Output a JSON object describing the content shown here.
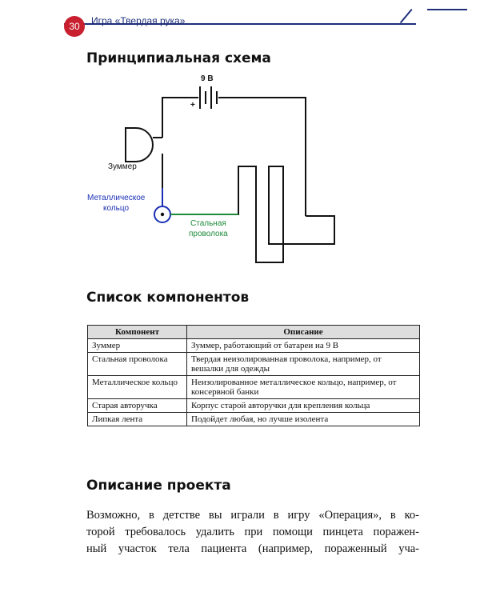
{
  "header": {
    "page_number": "30",
    "title": "Игра «Твердая рука»"
  },
  "schema": {
    "title": "Принципиальная схема",
    "battery_label": "9 В",
    "plus_label": "+",
    "buzzer_label": "Зуммер",
    "ring_label_1": "Металлическое",
    "ring_label_2": "кольцо",
    "wire_label_1": "Стальная",
    "wire_label_2": "проволока",
    "colors": {
      "wire": "#111111",
      "ring": "#1a2fb5",
      "ring_wire": "#1a2fb5"
    }
  },
  "components": {
    "title": "Список компонентов",
    "headers": [
      "Компонент",
      "Описание"
    ],
    "rows": [
      {
        "name": "Зуммер",
        "desc": "Зуммер, работающий от батареи на 9 В"
      },
      {
        "name": "Стальная проволока",
        "desc": "Твердая неизолированная проволока, например, от вешалки для одежды"
      },
      {
        "name": "Металлическое кольцо",
        "desc": "Неизолированное металлическое кольцо, например, от консервной банки"
      },
      {
        "name": "Старая авторучка",
        "desc": "Корпус старой авторучки для крепления кольца"
      },
      {
        "name": "Липкая лента",
        "desc": "Подойдет любая, но лучше изолента"
      }
    ]
  },
  "description": {
    "title": "Описание проекта",
    "lines": [
      "Возможно, в детстве вы играли в игру «Операция», в ко-",
      "торой требовалось удалить при помощи пинцета поражен-",
      "ный участок тела пациента (например, пораженный уча-"
    ]
  }
}
